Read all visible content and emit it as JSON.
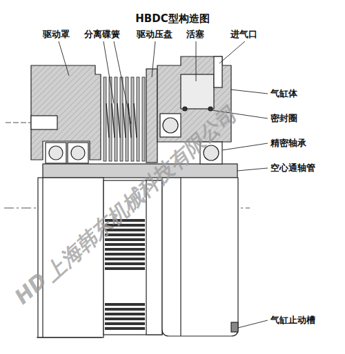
{
  "diagram": {
    "title": "HBDC型构造图",
    "labels": [
      "驱动罩",
      "分离碟簧",
      "驱动压盘",
      "活塞",
      "进气口",
      "气缸体",
      "密封圈",
      "精密轴承",
      "空心通轴管",
      "气缸止动槽",
      "HD",
      "上海韩东机械科技有限公司"
    ]
  }
}
